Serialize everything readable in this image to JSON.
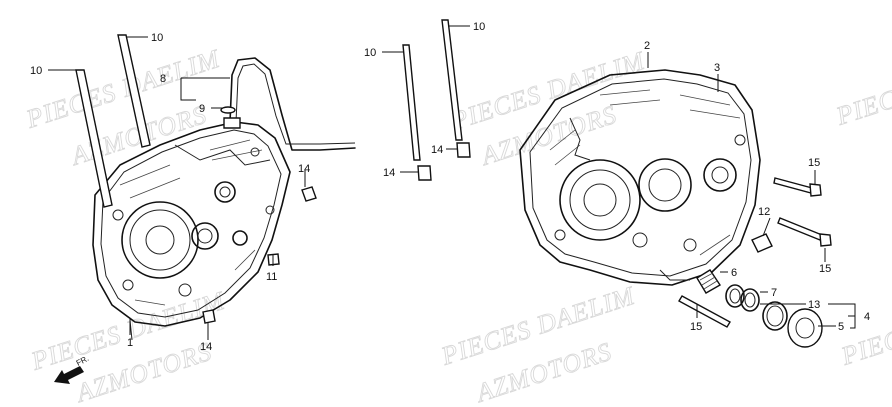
{
  "watermark": {
    "line1": "PIECES DAELIM",
    "line2": "AZMOTORS"
  },
  "direction_label": "FR.",
  "callouts": {
    "c1": "1",
    "c2": "2",
    "c3": "3",
    "c4": "4",
    "c5": "5",
    "c6": "6",
    "c7": "7",
    "c8": "8",
    "c9": "9",
    "c10a": "10",
    "c10b": "10",
    "c10c": "10",
    "c10d": "10",
    "c11": "11",
    "c12": "12",
    "c13": "13",
    "c14a": "14",
    "c14b": "14",
    "c14c": "14",
    "c14d": "14",
    "c15a": "15",
    "c15b": "15",
    "c15c": "15"
  }
}
